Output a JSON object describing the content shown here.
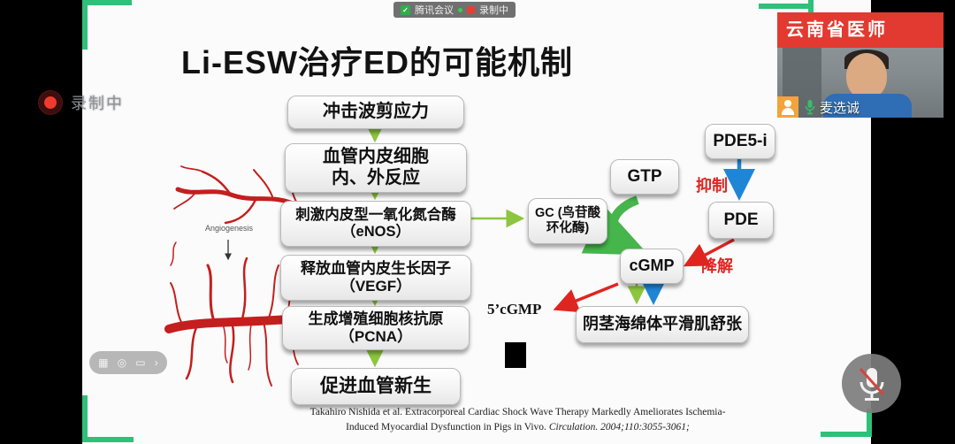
{
  "app": {
    "floating_bar": {
      "app_name": "腾讯会议",
      "recording_status": "录制中",
      "shield_check": "✓"
    },
    "recording_indicator": {
      "label": "录制中"
    },
    "webcam": {
      "banner_text": "云南省医师",
      "participant_name": "麦选诚"
    },
    "mic_button": {
      "state": "muted"
    },
    "slideshow_toolbar": {
      "icons": [
        {
          "name": "grid-icon",
          "glyph": "▦"
        },
        {
          "name": "annotate-icon",
          "glyph": "◎"
        },
        {
          "name": "comment-icon",
          "glyph": "▭"
        },
        {
          "name": "more-icon",
          "glyph": "›"
        }
      ]
    }
  },
  "slide": {
    "title": "Li-ESW治疗ED的可能机制",
    "flow_main": [
      {
        "line1": "冲击波剪应力"
      },
      {
        "line1": "血管内皮细胞",
        "line2": "内、外反应"
      },
      {
        "line1": "刺激内皮型一氧化氮合酶",
        "line2": "（eNOS）"
      },
      {
        "line1": "释放血管内皮生长因子",
        "line2": "（VEGF）"
      },
      {
        "line1": "生成增殖细胞核抗原",
        "line2": "（PCNA）"
      },
      {
        "line1": "促进血管新生"
      }
    ],
    "flow_right": {
      "gtp": "GTP",
      "gc_line1": "GC (鸟苷酸",
      "gc_line2": "环化酶)",
      "cgmp": "cGMP",
      "pde5i": "PDE5-i",
      "pde": "PDE",
      "smooth_muscle": "阴茎海绵体平滑肌舒张",
      "five_prime_cgmp": "5’cGMP",
      "inhibit_label": "抑制",
      "degrade_label": "降解"
    },
    "vessel_label": "Angiogenesis",
    "citation": {
      "line1": "Takahiro Nishida et al. Extracorporeal Cardiac Shock Wave Therapy Markedly Ameliorates Ischemia-",
      "line2": "Induced Myocardial Dysfunction in Pigs in Vivo. ",
      "line2_italic": "Circulation. 2004;110:3055-3061;"
    }
  },
  "colors": {
    "share_border_green": "#2fc079",
    "banner_red": "#e23a30",
    "record_red": "#ef3b2d",
    "arrow_light_green": "#8cc63e",
    "arrow_fat_green": "#46b54c",
    "arrow_blue": "#1f86d6",
    "arrow_red": "#e02521",
    "vessel_red": "#c41e1e"
  }
}
